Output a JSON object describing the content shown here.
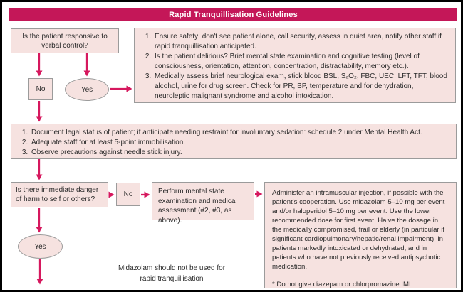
{
  "colors": {
    "banner_background": "#c41758",
    "arrow": "#d6185e",
    "box_fill": "#f6e2e0",
    "box_border": "#9b9b9b",
    "outer_border": "#000000",
    "banner_text": "#ffffff"
  },
  "title": "Rapid Tranquillisation Guidelines",
  "flowchart": {
    "question_responsive": "Is the patient responsive to verbal control?",
    "no_1": "No",
    "yes_1": "Yes",
    "safety_steps": [
      "Ensure safety: don't see patient alone, call security, assess in quiet area, notify other staff if rapid tranquillisation anticipated.",
      "Is the patient delirious? Brief mental state examination and cognitive testing (level of consciousness, orientation, attention, concentration, distractability, memory etc.).",
      "Medically assess brief neurological exam, stick blood BSL, SₐO₂, FBC, UEC, LFT, TFT, blood alcohol, urine for drug screen. Check for PR, BP, temperature and for dehydration, neuroleptic malignant syndrome and alcohol intoxication."
    ],
    "restraint_steps": [
      "Document legal status of patient; if anticipate needing restraint for involuntary sedation: schedule 2 under Mental Health Act.",
      "Adequate staff for at least 5-point immobilisation.",
      "Observe precautions against needle stick injury."
    ],
    "question_danger": "Is there immediate danger of harm to self or others?",
    "no_2": "No",
    "yes_2": "Yes",
    "assessment": "Perform mental state examination and medical assessment (#2, #3, as above).",
    "administer": "Administer an intramuscular injection, if possible with the patient's cooperation. Use midazolam 5–10 mg per event and/or haloperidol 5–10 mg per event. Use the lower recommended dose for first event. Halve the dosage in the medically compromised, frail or elderly (in particular if significant cardiopulmonary/hepatic/renal impairment), in patients markedly intoxicated or dehydrated, and in patients who have not previously received antipsychotic medication.",
    "administer_note": "* Do not give diazepam or chlorpromazine IMI.",
    "midazolam_note": "Midazolam should not be used for rapid tranquillisation"
  }
}
